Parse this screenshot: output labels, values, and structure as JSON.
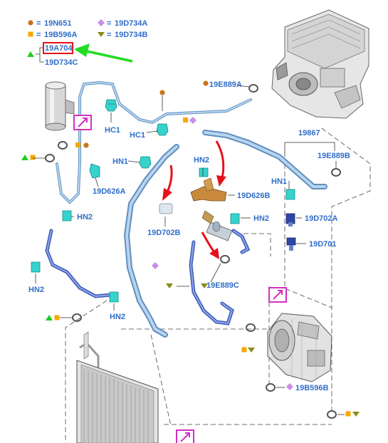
{
  "legend": {
    "circle_code": "19N651",
    "square_code": "19B596A",
    "diamond_code": "19D734A",
    "triangle_down_code": "19D734B",
    "highlight_code": "19A704",
    "triangle_code": "19D734C"
  },
  "labels": {
    "e889a": "19E889A",
    "hc1_top": "HC1",
    "hc1_mid": "HC1",
    "hn1_left": "HN1",
    "d626a": "19D626A",
    "hn2_left_upper": "HN2",
    "hn2_left": "HN2",
    "hn2_bottom": "HN2",
    "d702b": "19D702B",
    "hn2_center": "HN2",
    "d626b": "19D626B",
    "hn2_right": "HN2",
    "e889c": "19E889C",
    "part_19867": "19867",
    "e889b": "19E889B",
    "hn1_right": "HN1",
    "d702a": "19D702A",
    "d701": "19D701",
    "b596b": "19B596B"
  },
  "colors": {
    "label_blue": "#2f6ec9",
    "highlight_red": "#e8101a",
    "pointer_green": "#22dd22",
    "marker_circle": "#c8741b",
    "marker_square": "#f5a800",
    "marker_diamond": "#c98ee8",
    "marker_triangle_down": "#8a8a1a",
    "marker_triangle": "#22cc22",
    "tag_magenta": "#d62fbf"
  }
}
